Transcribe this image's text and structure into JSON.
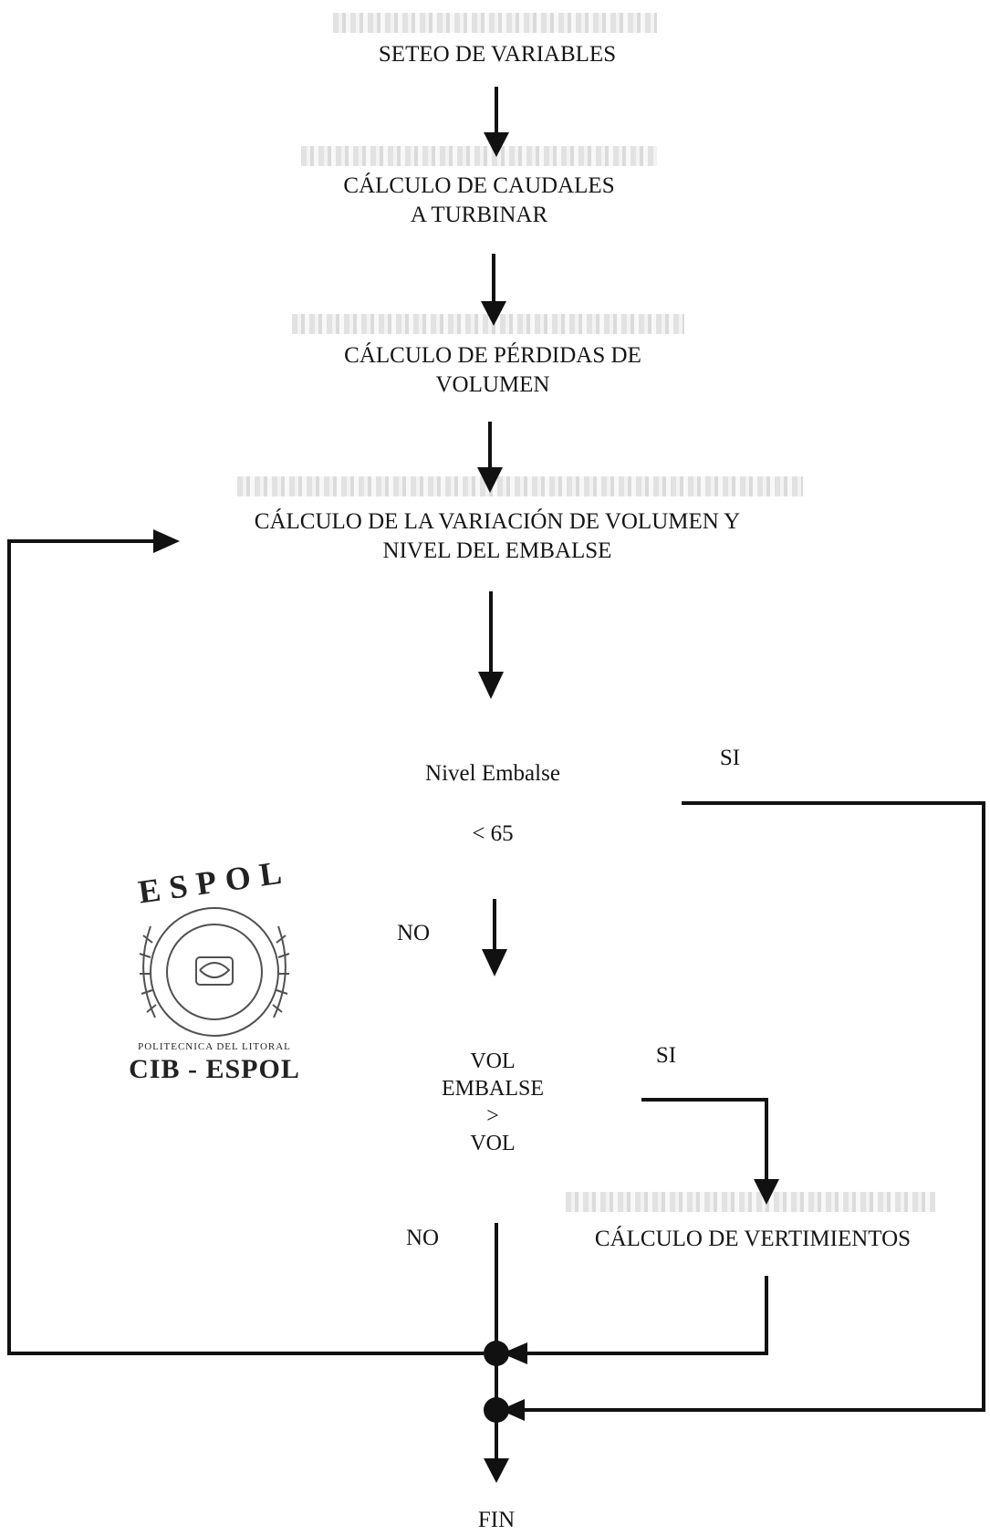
{
  "steps": {
    "setup": "SETEO DE VARIABLES",
    "flows_line1": "CÁLCULO DE CAUDALES",
    "flows_line2": "A TURBINAR",
    "losses_line1": "CÁLCULO DE PÉRDIDAS DE",
    "losses_line2": "VOLUMEN",
    "variation_line1": "CÁLCULO DE LA VARIACIÓN DE VOLUMEN Y",
    "variation_line2": "NIVEL DEL EMBALSE",
    "spills": "CÁLCULO DE VERTIMIENTOS",
    "end": "FIN"
  },
  "decision1": {
    "line1": "Nivel Embalse",
    "line2": "< 65",
    "yes": "SI",
    "no": "NO"
  },
  "decision2": {
    "line1": "VOL",
    "line2": "EMBALSE",
    "line3": ">",
    "line4": "VOL",
    "yes": "SI",
    "no": "NO"
  },
  "stamp": {
    "top": "ESPOL",
    "subtitle": "POLITECNICA DEL LITORAL",
    "bottom": "CIB - ESPOL"
  }
}
